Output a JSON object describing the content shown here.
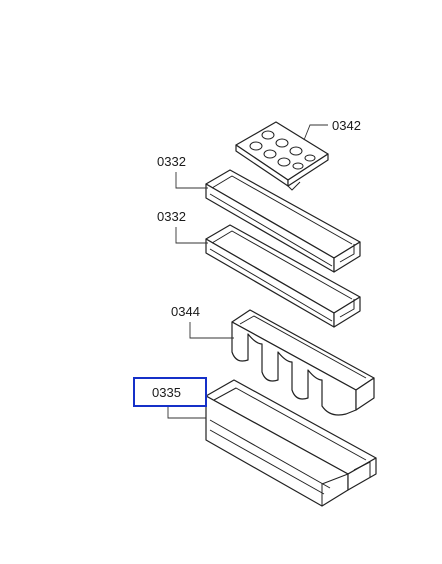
{
  "labels": {
    "egg_tray": "0342",
    "shelf_upper": "0332",
    "shelf_lower": "0332",
    "bottle_holder": "0344",
    "bottle_shelf": "0335"
  },
  "colors": {
    "highlight": "#1530c8",
    "line": "#222222"
  }
}
